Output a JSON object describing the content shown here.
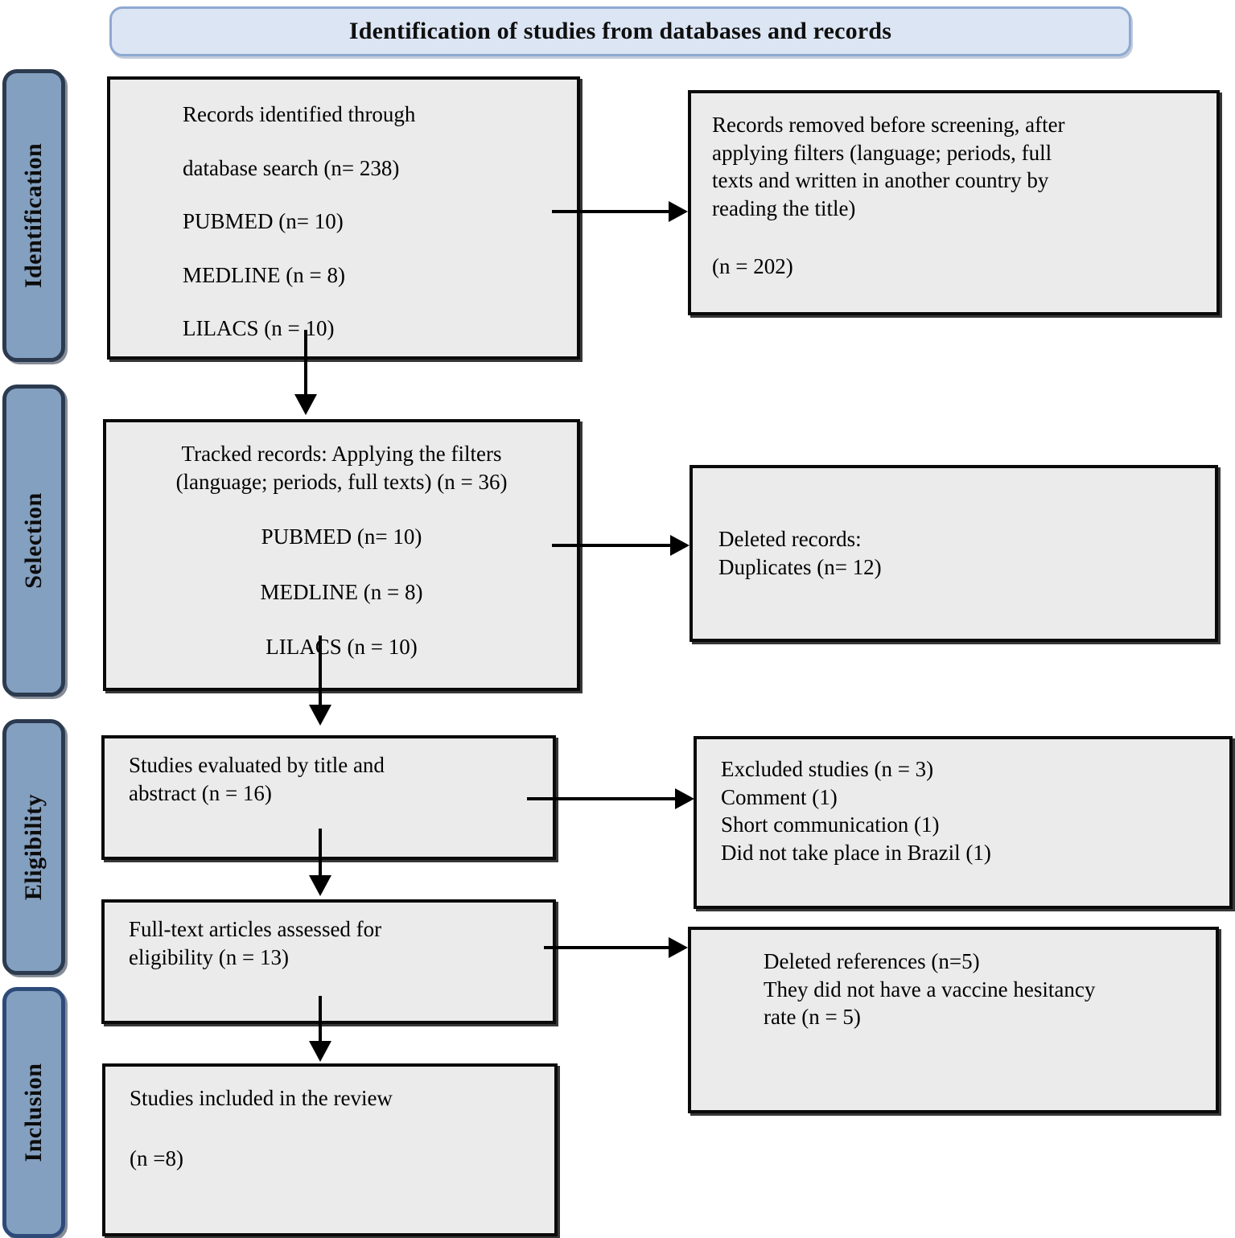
{
  "title": {
    "text": "Identification of studies from databases and records"
  },
  "stages": [
    {
      "id": "identification",
      "label": "Identification"
    },
    {
      "id": "selection",
      "label": "Selection"
    },
    {
      "id": "eligibility",
      "label": "Eligibility"
    },
    {
      "id": "inclusion",
      "label": "Inclusion"
    }
  ],
  "nodes": {
    "identified": {
      "line1": "Records identified through",
      "line2": "database search (n= 238)",
      "line3": "PUBMED (n= 10)",
      "line4": "MEDLINE (n = 8)",
      "line5": "LILACS (n = 10)"
    },
    "removed": {
      "line1": "Records removed before screening, after",
      "line2": "applying filters (language; periods, full",
      "line3": "texts and written in another country by",
      "line4": "reading the title)",
      "line5": "(n = 202)"
    },
    "tracked": {
      "line1": "Tracked records: Applying the filters",
      "line2": "(language; periods, full texts) (n = 36)",
      "line3": "PUBMED (n= 10)",
      "line4": "MEDLINE (n = 8)",
      "line5": "LILACS (n = 10)"
    },
    "deleted": {
      "line1": "Deleted records:",
      "line2": "Duplicates (n= 12)"
    },
    "evaluated": {
      "line1": "Studies evaluated by title and",
      "line2": "abstract (n = 16)"
    },
    "excluded": {
      "line1": "Excluded studies (n = 3)",
      "line2": "Comment (1)",
      "line3": "Short communication (1)",
      "line4": "Did not take place in Brazil (1)"
    },
    "fulltext": {
      "line1": "Full-text articles assessed for",
      "line2": "eligibility (n = 13)"
    },
    "deleted_refs": {
      "line1": "Deleted references (n=5)",
      "line2": "They did not have a vaccine hesitancy",
      "line3": "rate (n = 5)"
    },
    "included": {
      "line1": "Studies included in the review",
      "line2": "(n =8)"
    }
  },
  "colors": {
    "banner_fill": "#dce5f4",
    "banner_border": "#8fa9d0",
    "stage_fill": "#84a0c0",
    "stage_border": "#2b3a4f",
    "node_fill": "#ebebeb",
    "node_border": "#0a0a0a"
  },
  "chart_data": {
    "type": "diagram",
    "title": "Identification of studies from databases and records",
    "flow": [
      {
        "stage": "Identification",
        "box": "Records identified through database search",
        "n": 238,
        "breakdown": {
          "PUBMED": 10,
          "MEDLINE": 8,
          "LILACS": 10
        },
        "excluded_box": "Records removed before screening, after applying filters (language; periods, full texts and written in another country by reading the title)",
        "excluded_n": 202
      },
      {
        "stage": "Selection",
        "box": "Tracked records: Applying the filters (language; periods, full texts)",
        "n": 36,
        "breakdown": {
          "PUBMED": 10,
          "MEDLINE": 8,
          "LILACS": 10
        },
        "excluded_box": "Deleted records: Duplicates",
        "excluded_n": 12
      },
      {
        "stage": "Eligibility",
        "box": "Studies evaluated by title and abstract",
        "n": 16,
        "excluded_box": "Excluded studies",
        "excluded_n": 3,
        "excluded_breakdown": {
          "Comment": 1,
          "Short communication": 1,
          "Did not take place in Brazil": 1
        }
      },
      {
        "stage": "Eligibility",
        "box": "Full-text articles assessed for eligibility",
        "n": 13,
        "excluded_box": "Deleted references — They did not have a vaccine hesitancy rate",
        "excluded_n": 5
      },
      {
        "stage": "Inclusion",
        "box": "Studies included in the review",
        "n": 8
      }
    ]
  }
}
